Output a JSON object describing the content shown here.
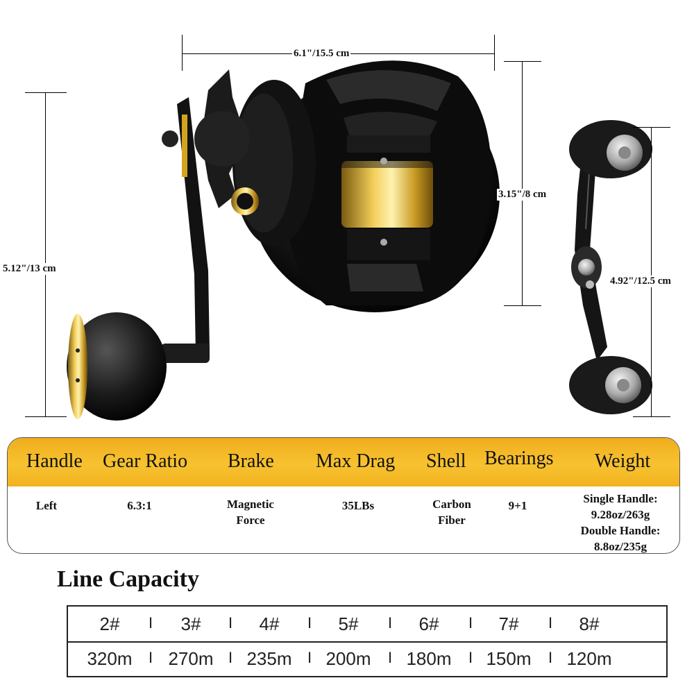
{
  "dimensions": {
    "width": "6.1\"/15.5 cm",
    "height": "5.12\"/13 cm",
    "spool_height": "3.15\"/8 cm",
    "handle_length": "4.92\"/12.5 cm"
  },
  "specs": {
    "headers": [
      "Handle",
      "Gear Ratio",
      "Brake",
      "Max Drag",
      "Shell",
      "Bearings",
      "Weight"
    ],
    "values": {
      "handle": "Left",
      "gear_ratio": "6.3:1",
      "brake_line1": "Magnetic",
      "brake_line2": "Force",
      "max_drag": "35LBs",
      "shell_line1": "Carbon",
      "shell_line2": "Fiber",
      "bearings": "9+1",
      "weight_line1": "Single Handle:",
      "weight_line2": "9.28oz/263g",
      "weight_line3": "Double Handle:",
      "weight_line4": "8.8oz/235g"
    },
    "header_color": "#f5b82a"
  },
  "line_capacity": {
    "title": "Line Capacity",
    "sizes": [
      "2#",
      "3#",
      "4#",
      "5#",
      "6#",
      "7#",
      "8#"
    ],
    "lengths": [
      "320m",
      "270m",
      "235m",
      "200m",
      "180m",
      "150m",
      "120m"
    ],
    "separator": "I"
  }
}
